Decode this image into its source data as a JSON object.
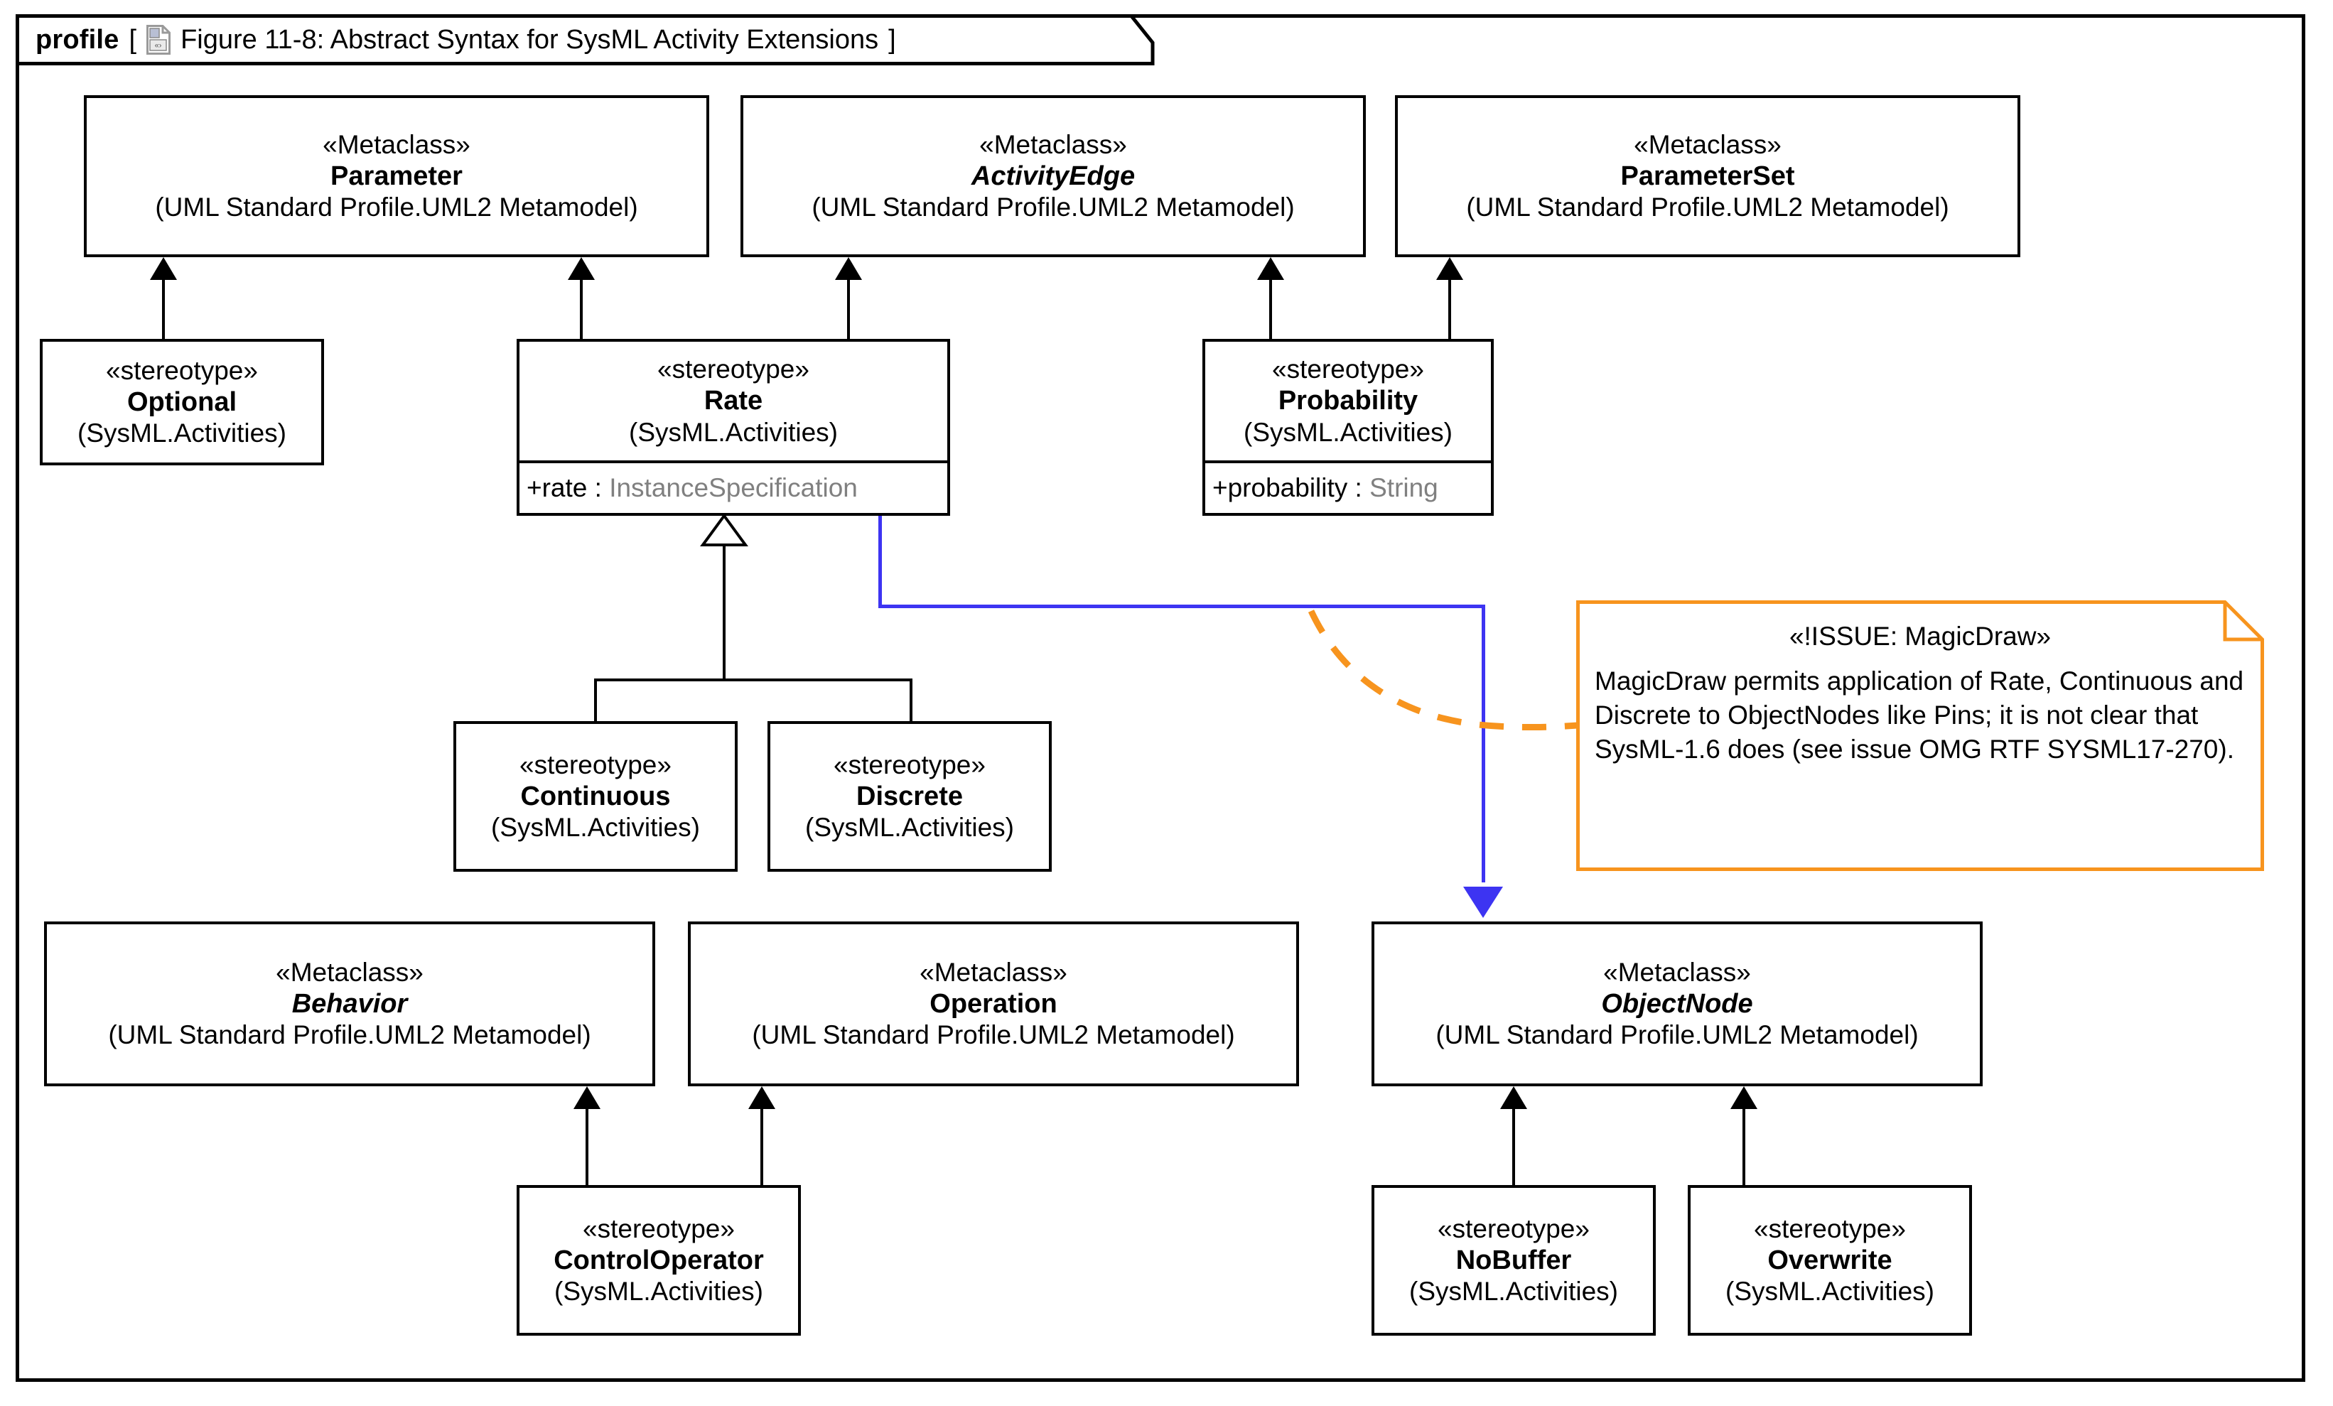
{
  "frame": {
    "kind": "profile",
    "bracket_open": "[",
    "bracket_close": "]",
    "title": "Figure 11-8: Abstract Syntax for SysML Activity Extensions",
    "icon": "diagram-document-icon",
    "border_color": "#000000"
  },
  "colors": {
    "line": "#000000",
    "dependency_blue": "#3d34f2",
    "note_orange": "#F7941E",
    "attribute_type_gray": "#808080",
    "background": "#ffffff"
  },
  "keywords": {
    "metaclass": "«Metaclass»",
    "stereotype": "«stereotype»"
  },
  "packages": {
    "uml_metamodel": "(UML Standard Profile.UML2 Metamodel)",
    "sysml_activities": "(SysML.Activities)"
  },
  "nodes": {
    "parameter": {
      "keyword": "«Metaclass»",
      "name": "Parameter",
      "package": "(UML Standard Profile.UML2 Metamodel)",
      "abstract": false
    },
    "activity_edge": {
      "keyword": "«Metaclass»",
      "name": "ActivityEdge",
      "package": "(UML Standard Profile.UML2 Metamodel)",
      "abstract": true
    },
    "parameter_set": {
      "keyword": "«Metaclass»",
      "name": "ParameterSet",
      "package": "(UML Standard Profile.UML2 Metamodel)",
      "abstract": false
    },
    "optional": {
      "keyword": "«stereotype»",
      "name": "Optional",
      "package": "(SysML.Activities)",
      "abstract": false
    },
    "rate": {
      "keyword": "«stereotype»",
      "name": "Rate",
      "package": "(SysML.Activities)",
      "abstract": false,
      "attribute_name": "+rate : ",
      "attribute_type": "InstanceSpecification"
    },
    "probability": {
      "keyword": "«stereotype»",
      "name": "Probability",
      "package": "(SysML.Activities)",
      "abstract": false,
      "attribute_name": "+probability : ",
      "attribute_type": "String"
    },
    "continuous": {
      "keyword": "«stereotype»",
      "name": "Continuous",
      "package": "(SysML.Activities)",
      "abstract": false
    },
    "discrete": {
      "keyword": "«stereotype»",
      "name": "Discrete",
      "package": "(SysML.Activities)",
      "abstract": false
    },
    "behavior": {
      "keyword": "«Metaclass»",
      "name": "Behavior",
      "package": "(UML Standard Profile.UML2 Metamodel)",
      "abstract": true
    },
    "operation": {
      "keyword": "«Metaclass»",
      "name": "Operation",
      "package": "(UML Standard Profile.UML2 Metamodel)",
      "abstract": false
    },
    "object_node": {
      "keyword": "«Metaclass»",
      "name": "ObjectNode",
      "package": "(UML Standard Profile.UML2 Metamodel)",
      "abstract": true
    },
    "control_operator": {
      "keyword": "«stereotype»",
      "name": "ControlOperator",
      "package": "(SysML.Activities)",
      "abstract": false
    },
    "no_buffer": {
      "keyword": "«stereotype»",
      "name": "NoBuffer",
      "package": "(SysML.Activities)",
      "abstract": false
    },
    "overwrite": {
      "keyword": "«stereotype»",
      "name": "Overwrite",
      "package": "(SysML.Activities)",
      "abstract": false
    }
  },
  "note": {
    "heading": "«!ISSUE: MagicDraw»",
    "body": "MagicDraw permits application of Rate, Continuous and Discrete to ObjectNodes like Pins; it is not clear that SysML-1.6 does (see issue OMG RTF SYSML17-270).",
    "border_color": "#F7941E"
  },
  "relationships": [
    {
      "type": "extension",
      "from": "Optional",
      "to": "Parameter",
      "arrow": "filled-triangle"
    },
    {
      "type": "extension",
      "from": "Rate",
      "to": "Parameter",
      "arrow": "filled-triangle"
    },
    {
      "type": "extension",
      "from": "Rate",
      "to": "ActivityEdge",
      "arrow": "filled-triangle"
    },
    {
      "type": "extension",
      "from": "Probability",
      "to": "ActivityEdge",
      "arrow": "filled-triangle"
    },
    {
      "type": "extension",
      "from": "Probability",
      "to": "ParameterSet",
      "arrow": "filled-triangle"
    },
    {
      "type": "generalization",
      "from": "Continuous",
      "to": "Rate",
      "arrow": "hollow-triangle"
    },
    {
      "type": "generalization",
      "from": "Discrete",
      "to": "Rate",
      "arrow": "hollow-triangle"
    },
    {
      "type": "extension",
      "from": "ControlOperator",
      "to": "Behavior",
      "arrow": "filled-triangle"
    },
    {
      "type": "extension",
      "from": "ControlOperator",
      "to": "Operation",
      "arrow": "filled-triangle"
    },
    {
      "type": "extension",
      "from": "NoBuffer",
      "to": "ObjectNode",
      "arrow": "filled-triangle"
    },
    {
      "type": "extension",
      "from": "Overwrite",
      "to": "ObjectNode",
      "arrow": "filled-triangle"
    },
    {
      "type": "dependency",
      "from": "Rate",
      "to": "ObjectNode",
      "arrow": "filled-arrowhead",
      "color": "#3d34f2"
    },
    {
      "type": "note-anchor",
      "from": "note",
      "to": "dependency",
      "style": "dashed",
      "color": "#F7941E"
    }
  ]
}
